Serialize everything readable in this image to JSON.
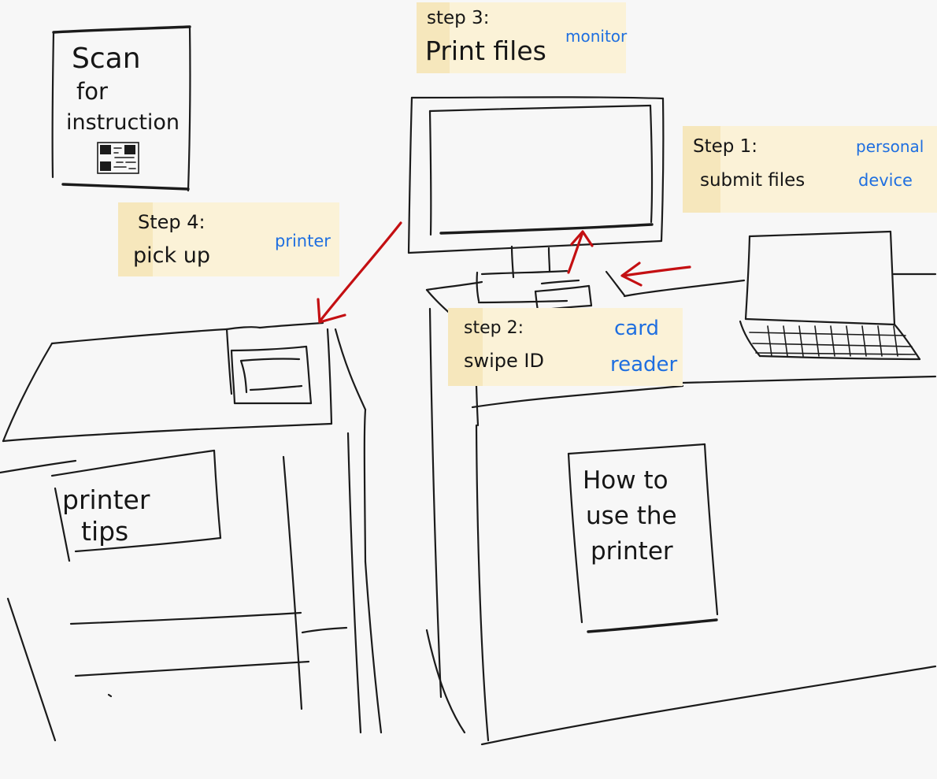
{
  "notes": {
    "step1": {
      "heading": "Step 1:",
      "action": "submit files",
      "device_line1": "personal",
      "device_line2": "device"
    },
    "step2": {
      "heading": "step 2:",
      "action": "swipe ID",
      "device_line1": "card",
      "device_line2": "reader"
    },
    "step3": {
      "heading": "step 3:",
      "action": "Print files",
      "device": "monitor"
    },
    "step4": {
      "heading": "Step 4:",
      "action": "pick up",
      "device": "printer"
    }
  },
  "signs": {
    "scan": {
      "line1": "Scan",
      "line2": "for",
      "line3": "instruction"
    },
    "printer_tips": {
      "line1": "printer",
      "line2": "tips"
    },
    "how_to": {
      "line1": "How to",
      "line2": "use the",
      "line3": "printer"
    }
  },
  "colors": {
    "ink": "#1b1b1b",
    "arrow": "#c40f12",
    "note": "#fbf2d7",
    "annotation": "#1f6fe0"
  },
  "icons": [
    "qr-code-icon",
    "arrow-icon"
  ]
}
